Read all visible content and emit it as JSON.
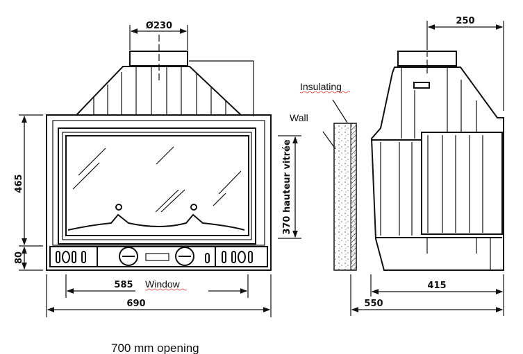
{
  "front_view": {
    "flue_diameter": "Ø230",
    "height_total": "465",
    "height_base": "80",
    "window_width": "585",
    "window_label": "Window",
    "width_total": "690",
    "opening_note": "700 mm opening"
  },
  "side_view": {
    "flue_offset": "250",
    "insulating_label": "Insulating",
    "wall_label": "Wall",
    "glass_height": "370 hauteur vitrée",
    "depth_body": "415",
    "depth_total": "550"
  }
}
